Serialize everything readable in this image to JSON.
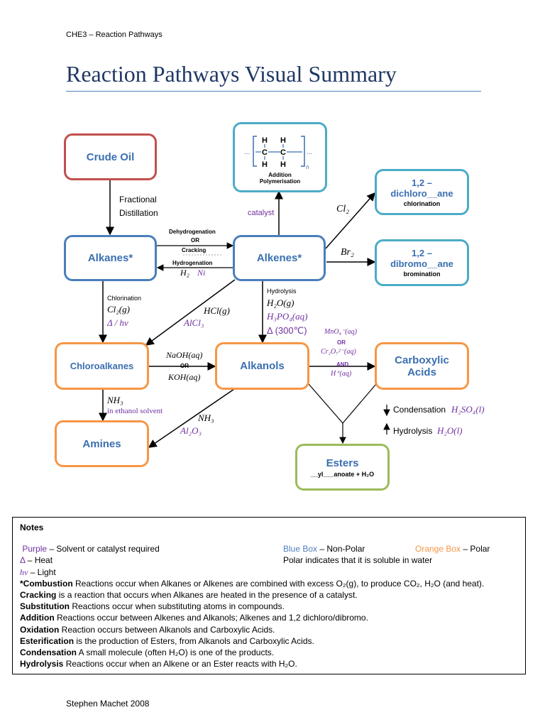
{
  "header": "CHE3 – Reaction Pathways",
  "title": "Reaction Pathways Visual Summary",
  "boxes": {
    "crude_oil": "Crude Oil",
    "alkanes": "Alkanes*",
    "alkenes": "Alkenes*",
    "polymer_sub1": "Addition",
    "polymer_sub2": "Polymerisation",
    "dichloro": "1,2 –",
    "dichloro2": "dichloro__ane",
    "dichloro_sub": "chlorination",
    "dibromo": "1,2 –",
    "dibromo2": "dibromo__ane",
    "dibromo_sub": "bromination",
    "chloroalkanes": "Chloroalkanes",
    "alkanols": "Alkanols",
    "carboxylic": "Carboxylic",
    "carboxylic2": "Acids",
    "amines": "Amines",
    "esters": "Esters",
    "esters_sub": "__yl___anoate + H₂O"
  },
  "labels": {
    "fractional": "Fractional",
    "distillation": "Distillation",
    "dehydrogenation": "Dehydrogenation",
    "or1": "OR",
    "cracking": "Cracking",
    "hydrogenation": "Hydrogenation",
    "h2": "H₂",
    "ni": "Ni",
    "catalyst": "catalyst",
    "cl2_top": "Cl₂",
    "br2": "Br₂",
    "chlorination": "Chlorination",
    "cl2g": "Cl₂(g)",
    "delta_hv": "Δ / hv",
    "hclg": "HCl(g)",
    "alcl3": "AlCl₃",
    "hydrolysis": "Hydrolysis",
    "h2og": "H₂O(g)",
    "h3po4": "H₃PO₄(aq)",
    "delta300": "Δ (300℃)",
    "naoh": "NaOH(aq)",
    "or2": "OR",
    "koh": "KOH(aq)",
    "mno4": "MnO₄⁻(aq)",
    "or3": "OR",
    "cr2o7": "Cr₂O₇²⁻(aq)",
    "and": "AND",
    "hplus": "H⁺(aq)",
    "nh3_left": "NH₃",
    "ethanol": "in ethanol solvent",
    "nh3_mid": "NH₃",
    "al2o3": "Al₂O₃",
    "condensation": "Condensation",
    "h2so4": "H₂SO₄(l)",
    "hydrolysis2": "Hydrolysis",
    "h2ol": "H₂O(l)",
    "mol_h": "H",
    "mol_c": "C",
    "mol_dots": "...",
    "mol_n": "n"
  },
  "notes": {
    "heading": "Notes",
    "purple_key": "Purple",
    "purple_desc": " – Solvent or catalyst required",
    "blue_key": "Blue Box",
    "blue_desc": " – Non-Polar",
    "orange_key": "Orange Box",
    "orange_desc": " – Polar",
    "delta_key": "Δ",
    "delta_desc": " – Heat",
    "polar_note": "Polar indicates that it is soluble in water",
    "hv_key": "hv",
    "hv_desc": " – Light",
    "combustion_b": "*Combustion",
    "combustion_t": " Reactions occur when Alkanes or Alkenes are combined with excess O₂(g), to produce CO₂, H₂O (and heat).",
    "cracking_b": "Cracking",
    "cracking_t": " is a reaction that occurs when Alkanes are heated in the presence of a catalyst.",
    "subst_b": "Substitution",
    "subst_t": " Reactions occur when substituting atoms in compounds.",
    "add_b": "Addition",
    "add_t": " Reactions occur between Alkenes and Alkanols; Alkenes and 1,2 dichloro/dibromo.",
    "ox_b": "Oxidation",
    "ox_t": " Reaction occurs between Alkanols and Carboxylic Acids.",
    "est_b": "Esterification",
    "est_t": " is the production of Esters, from Alkanols and Carboxylic Acids.",
    "cond_b": "Condensation",
    "cond_t": " A small molecule (often H₂O) is one of the products.",
    "hyd_b": "Hydrolysis",
    "hyd_t": " Reactions occur when an Alkene or an Ester reacts with H₂O."
  },
  "footer": "Stephen Machet 2008",
  "colors": {
    "title": "#1f3864",
    "red_border": "#c0504d",
    "blue_border": "#4a7ebb",
    "teal_border": "#4bacc6",
    "orange_border": "#f79646",
    "green_border": "#9bbb59",
    "purple": "#7030a0"
  }
}
